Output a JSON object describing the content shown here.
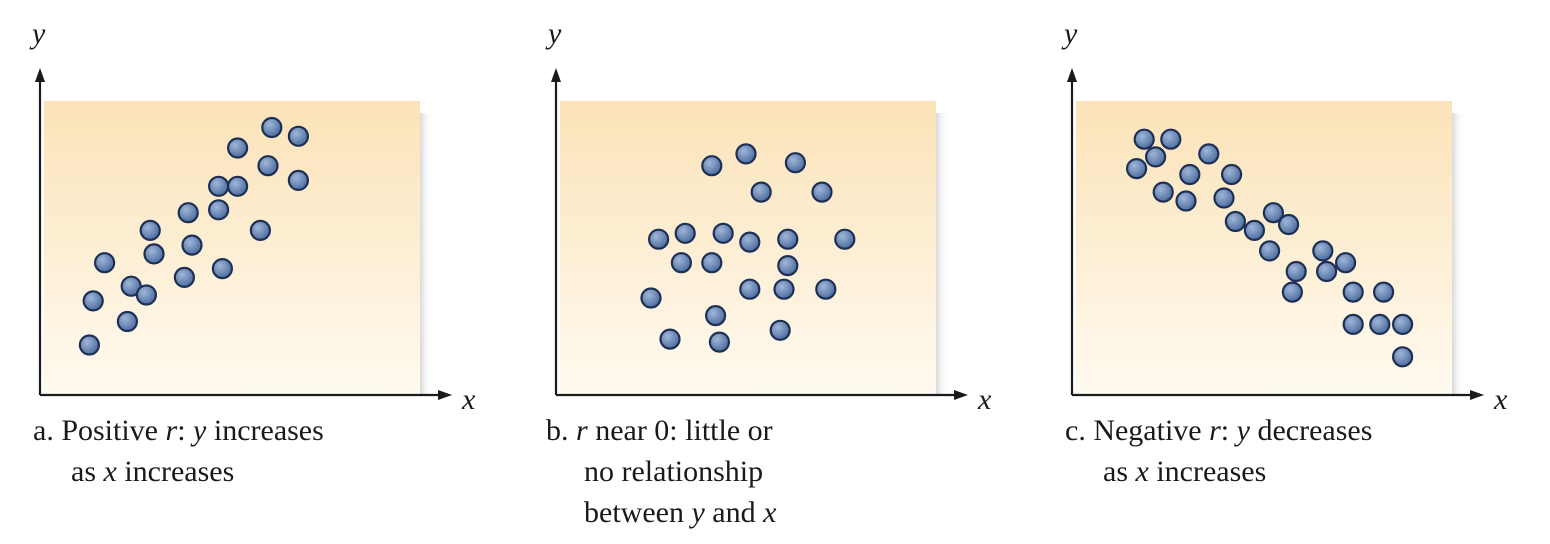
{
  "axes": {
    "x_label": "x",
    "y_label": "y"
  },
  "colors": {
    "plot_top": "#fbe3b8",
    "plot_bottom": "#fffaf0",
    "point_fill": "#4f6fa0",
    "point_stroke": "#1e2f55",
    "point_highlight": "#9fb6d8",
    "axis": "#1a1a1a"
  },
  "panels": [
    {
      "id": "a",
      "caption_lines": [
        [
          {
            "t": "a. Positive "
          },
          {
            "t": "r",
            "i": true
          },
          {
            "t": ": "
          },
          {
            "t": "y",
            "i": true
          },
          {
            "t": " increases"
          }
        ],
        [
          {
            "t": "as "
          },
          {
            "t": "x",
            "i": true
          },
          {
            "t": " increases"
          }
        ]
      ]
    },
    {
      "id": "b",
      "caption_lines": [
        [
          {
            "t": "b. "
          },
          {
            "t": "r",
            "i": true
          },
          {
            "t": " near 0: little or"
          }
        ],
        [
          {
            "t": "no relationship"
          }
        ],
        [
          {
            "t": "between "
          },
          {
            "t": "y",
            "i": true
          },
          {
            "t": " and "
          },
          {
            "t": "x",
            "i": true
          }
        ]
      ]
    },
    {
      "id": "c",
      "caption_lines": [
        [
          {
            "t": "c. Negative "
          },
          {
            "t": "r",
            "i": true
          },
          {
            "t": ": "
          },
          {
            "t": "y",
            "i": true
          },
          {
            "t": " decreases"
          }
        ],
        [
          {
            "t": "as "
          },
          {
            "t": "x",
            "i": true
          },
          {
            "t": " increases"
          }
        ]
      ]
    }
  ],
  "chart_data": [
    {
      "type": "scatter",
      "xlabel": "x",
      "ylabel": "y",
      "xlim": [
        0,
        100
      ],
      "ylim": [
        0,
        100
      ],
      "grid": false,
      "points": [
        [
          13,
          17
        ],
        [
          14,
          32
        ],
        [
          17,
          45
        ],
        [
          24,
          37
        ],
        [
          23,
          25
        ],
        [
          29,
          56
        ],
        [
          30,
          48
        ],
        [
          28,
          34
        ],
        [
          39,
          62
        ],
        [
          38,
          40
        ],
        [
          40,
          51
        ],
        [
          47,
          71
        ],
        [
          47,
          63
        ],
        [
          48,
          43
        ],
        [
          52,
          84
        ],
        [
          52,
          71
        ],
        [
          58,
          56
        ],
        [
          60,
          78
        ],
        [
          61,
          91
        ],
        [
          68,
          88
        ],
        [
          68,
          73
        ]
      ]
    },
    {
      "type": "scatter",
      "xlabel": "x",
      "ylabel": "y",
      "xlim": [
        0,
        100
      ],
      "ylim": [
        0,
        100
      ],
      "grid": false,
      "points": [
        [
          25,
          33
        ],
        [
          27,
          53
        ],
        [
          30,
          19
        ],
        [
          33,
          45
        ],
        [
          34,
          55
        ],
        [
          41,
          78
        ],
        [
          41,
          45
        ],
        [
          42,
          27
        ],
        [
          43,
          18
        ],
        [
          44,
          55
        ],
        [
          50,
          82
        ],
        [
          51,
          36
        ],
        [
          51,
          52
        ],
        [
          54,
          69
        ],
        [
          59,
          22
        ],
        [
          61,
          53
        ],
        [
          61,
          44
        ],
        [
          60,
          36
        ],
        [
          63,
          79
        ],
        [
          70,
          69
        ],
        [
          71,
          36
        ],
        [
          76,
          53
        ]
      ]
    },
    {
      "type": "scatter",
      "xlabel": "x",
      "ylabel": "y",
      "xlim": [
        0,
        100
      ],
      "ylim": [
        0,
        100
      ],
      "grid": false,
      "points": [
        [
          17,
          77
        ],
        [
          19,
          87
        ],
        [
          22,
          81
        ],
        [
          24,
          69
        ],
        [
          26,
          87
        ],
        [
          30,
          66
        ],
        [
          31,
          75
        ],
        [
          36,
          82
        ],
        [
          40,
          67
        ],
        [
          42,
          75
        ],
        [
          43,
          59
        ],
        [
          48,
          56
        ],
        [
          52,
          49
        ],
        [
          53,
          62
        ],
        [
          57,
          58
        ],
        [
          58,
          35
        ],
        [
          59,
          42
        ],
        [
          66,
          49
        ],
        [
          67,
          42
        ],
        [
          72,
          45
        ],
        [
          74,
          35
        ],
        [
          74,
          24
        ],
        [
          81,
          24
        ],
        [
          82,
          35
        ],
        [
          87,
          24
        ],
        [
          87,
          13
        ]
      ]
    }
  ]
}
